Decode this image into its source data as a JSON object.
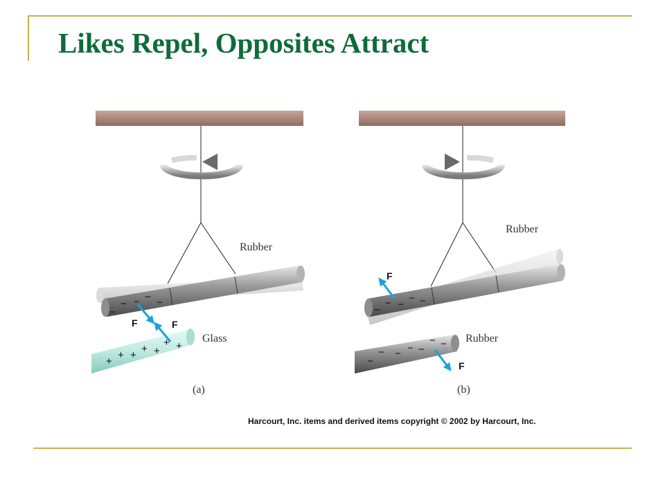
{
  "slide": {
    "title": "Likes Repel, Opposites Attract",
    "credit": "Harcourt, Inc. items and derived items copyright © 2002 by Harcourt, Inc."
  },
  "colors": {
    "accent_rule": "#c8b24a",
    "title_green": "#0f6b3c",
    "force_arrow": "#1aa3d9",
    "glass": "#bfe9e0",
    "ceiling": "#b08a80"
  },
  "panel_a": {
    "caption": "(a)",
    "hanging_rod_label": "Rubber",
    "lower_rod_label": "Glass",
    "force_label_1": "F",
    "force_label_2": "F",
    "hanging_rod_charge": "−",
    "lower_rod_charge": "+",
    "rotation_icon": "counterclockwise-rotation-arrow"
  },
  "panel_b": {
    "caption": "(b)",
    "hanging_rod_label": "Rubber",
    "lower_rod_label": "Rubber",
    "force_label_1": "F",
    "force_label_2": "F",
    "hanging_rod_charge": "−",
    "lower_rod_charge": "−",
    "rotation_icon": "clockwise-rotation-arrow"
  }
}
